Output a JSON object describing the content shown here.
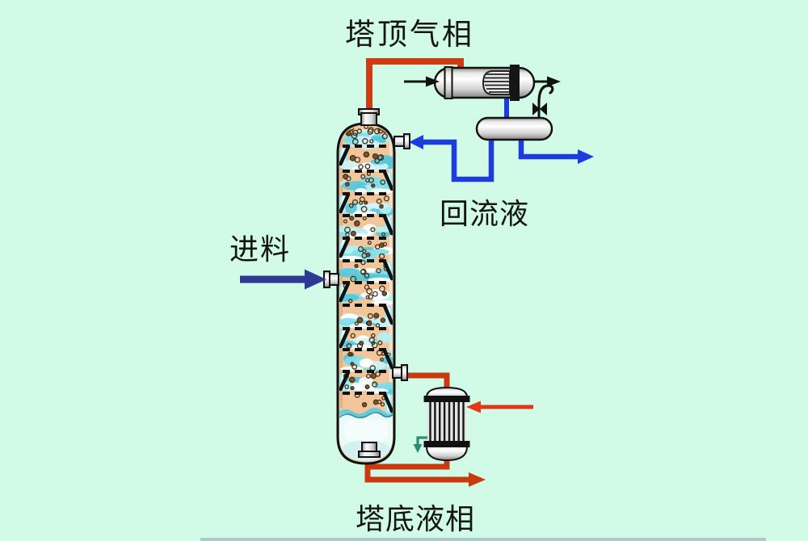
{
  "labels": {
    "top_vapor": "塔顶气相",
    "reflux": "回流液",
    "feed": "进料",
    "bottom_liquid": "塔底液相"
  },
  "colors": {
    "background": "#d2fbe7",
    "hot_line_red": "#cf3c12",
    "cold_line_blue": "#1c3ce0",
    "feed_arrow_navy": "#2c3a96",
    "condensate_teal": "#2e8b76",
    "column_interior_tan": "#f1c69b",
    "froth_cyan": "#7edee9",
    "liquid_pool": "#e8fbf8",
    "vessel_gray": "#d9d9d9",
    "outline_black": "#111111"
  },
  "equipment": {
    "column": "distillation-column",
    "condenser": "overhead-condenser",
    "drum": "reflux-drum",
    "reboiler": "reboiler",
    "valve": "vent-valve"
  }
}
